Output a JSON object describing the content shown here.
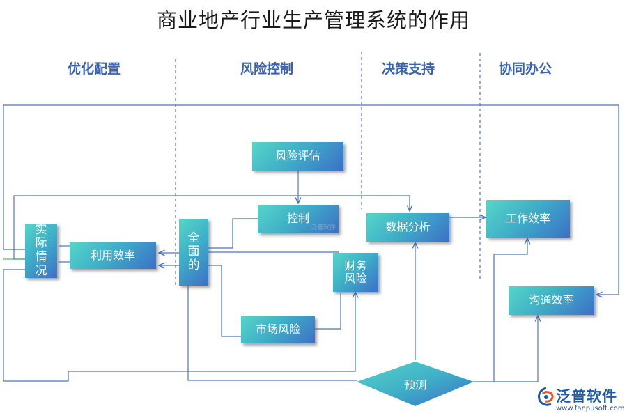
{
  "title": "商业地产行业生产管理系统的作用",
  "columns": [
    "优化配置",
    "风险控制",
    "决策支持",
    "协同办公"
  ],
  "nodes": {
    "actual": "实际情况",
    "utilization": "利用效率",
    "comprehensive": "全面的",
    "risk_assessment": "风险评估",
    "control": "控制",
    "financial_risk": "财务风险",
    "market_risk": "市场风险",
    "data_analysis": "数据分析",
    "work_efficiency": "工作效率",
    "communication_efficiency": "沟通效率",
    "forecast": "预测"
  },
  "logo": {
    "name": "泛普软件",
    "url": "www.fanpusoft.com",
    "watermark": "泛普软件"
  },
  "colors": {
    "line": "#4a74c4",
    "heading": "#3a62b4",
    "green_line": "#3aa25a"
  }
}
